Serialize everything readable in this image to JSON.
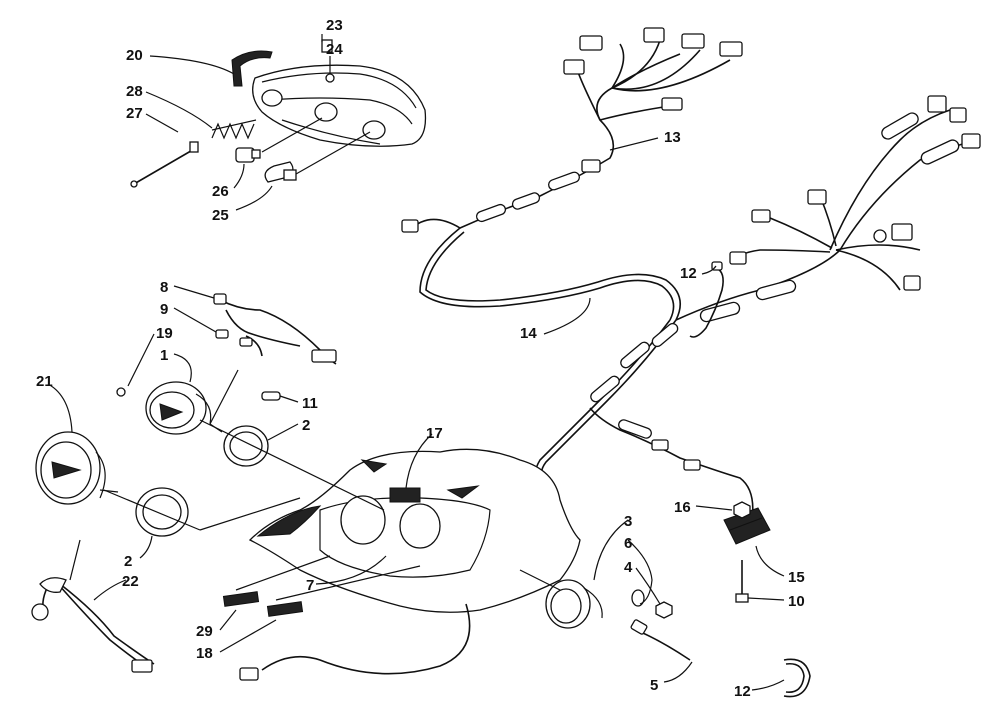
{
  "diagram": {
    "callouts": [
      {
        "id": "c20",
        "text": "20"
      },
      {
        "id": "c23",
        "text": "23"
      },
      {
        "id": "c24",
        "text": "24"
      },
      {
        "id": "c28",
        "text": "28"
      },
      {
        "id": "c27",
        "text": "27"
      },
      {
        "id": "c26",
        "text": "26"
      },
      {
        "id": "c25",
        "text": "25"
      },
      {
        "id": "c13",
        "text": "13"
      },
      {
        "id": "c12a",
        "text": "12"
      },
      {
        "id": "c14",
        "text": "14"
      },
      {
        "id": "c8",
        "text": "8"
      },
      {
        "id": "c9",
        "text": "9"
      },
      {
        "id": "c19",
        "text": "19"
      },
      {
        "id": "c1",
        "text": "1"
      },
      {
        "id": "c11",
        "text": "11"
      },
      {
        "id": "c2a",
        "text": "2"
      },
      {
        "id": "c21",
        "text": "21"
      },
      {
        "id": "c17",
        "text": "17"
      },
      {
        "id": "c2b",
        "text": "2"
      },
      {
        "id": "c22",
        "text": "22"
      },
      {
        "id": "c7",
        "text": "7"
      },
      {
        "id": "c29",
        "text": "29"
      },
      {
        "id": "c18",
        "text": "18"
      },
      {
        "id": "c3",
        "text": "3"
      },
      {
        "id": "c6",
        "text": "6"
      },
      {
        "id": "c4",
        "text": "4"
      },
      {
        "id": "c16",
        "text": "16"
      },
      {
        "id": "c15",
        "text": "15"
      },
      {
        "id": "c10",
        "text": "10"
      },
      {
        "id": "c5",
        "text": "5"
      },
      {
        "id": "c12b",
        "text": "12"
      }
    ]
  }
}
